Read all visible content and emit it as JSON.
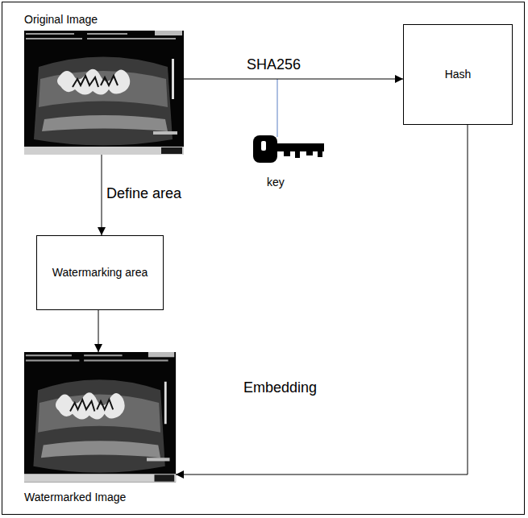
{
  "diagram": {
    "nodes": [
      {
        "text": [
          "Original Image"
        ]
      },
      {
        "text": [
          "Hash"
        ]
      },
      {
        "text": [
          "Watermarking area"
        ]
      },
      {
        "text": [
          "Watermarked Image"
        ]
      }
    ],
    "edges": [
      {
        "from": 0,
        "to": 1,
        "label": "SHA256",
        "arrow": "to"
      },
      {
        "from": 0,
        "to": 2,
        "label": "Define area",
        "arrow": "to"
      },
      {
        "from": 2,
        "to": 3,
        "arrow": "to"
      },
      {
        "from": 1,
        "to": 3,
        "label": "Embedding",
        "arrow": "to"
      }
    ],
    "labels": [
      "key"
    ]
  }
}
